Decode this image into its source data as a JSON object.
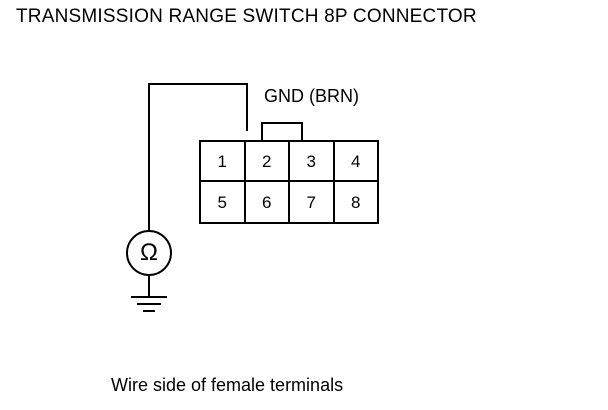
{
  "diagram": {
    "title": "TRANSMISSION RANGE SWITCH 8P CONNECTOR",
    "caption": "Wire side of female terminals",
    "gnd_label": "GND (BRN)",
    "meter_symbol": "Ω",
    "connector": {
      "rows": [
        [
          "1",
          "2",
          "3",
          "4"
        ],
        [
          "5",
          "6",
          "7",
          "8"
        ]
      ]
    },
    "colors": {
      "line": "#000000",
      "background": "#ffffff"
    }
  }
}
